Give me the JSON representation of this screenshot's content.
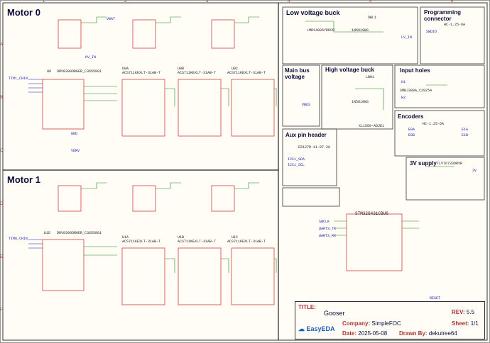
{
  "sections": {
    "motor0": "Motor 0",
    "motor1": "Motor 1",
    "low_voltage_buck": "Low voltage buck",
    "programming_connector": "Programming\nconnector",
    "main_bus_voltage": "Main bus\nvoltage",
    "high_voltage_buck": "High voltage buck",
    "input_holes": "Input holes",
    "encoders": "Encoders",
    "aux_pin_header": "Aux pin header",
    "supply_3v": "3V supply"
  },
  "frame": {
    "cols": [
      "1",
      "2",
      "3",
      "4",
      "5",
      "6"
    ],
    "rows": [
      "A",
      "B",
      "C",
      "D",
      "E",
      "F"
    ]
  },
  "parts": {
    "u0": "U0",
    "u0_part": "DRV8300DRGER_C3655801",
    "u1": "U1D",
    "u1_part": "DRV8300DRGER_C3655801",
    "u0a": "U0A",
    "u0b": "U0B",
    "u0c": "U0C",
    "u1a": "U1A",
    "u1b": "U1B",
    "u1c": "U1C",
    "acs": "ACS711KEXLT-31AB-T",
    "mcu": "STM32G431CBU6",
    "buck_lv": "LMR14006YDDCR",
    "buck_hv": "XL1509-ADJE1",
    "ldo": "TLV76733DRVR",
    "tvs": "SMBJ300A_C29254",
    "h3": "DZ127R-11-07-26",
    "conn_prog": "HC-1.25-6A",
    "conn_enc": "HC-1.25-6A",
    "dbl1": "DBL1",
    "lbh1": "LBH1",
    "dbh1": "1N5819WS",
    "dbl2": "1N5819WS"
  },
  "nets": {
    "vbat": "VBAT",
    "hv_in": "HV_IN",
    "gnd": "GND",
    "vdrv": "VDRV",
    "lv_in": "LV_IN",
    "v3": "3V",
    "swdio": "SWDIO",
    "swclk": "SWCLK",
    "uart3_tx": "UART3_TX",
    "uart3_rx": "UART3_RX",
    "i2c1_sda": "I2C1_SDA",
    "i2c1_scl": "I2C1_SCL",
    "reset": "RESET",
    "vbus": "VBUS",
    "h1": "H1",
    "h2": "H2",
    "e0a": "E0A",
    "e0b": "E0B",
    "e1a": "E1A",
    "e1b": "E1B",
    "tim1": "TIM1_CH1N",
    "tim8": "TIM8_CH1N"
  },
  "title_block": {
    "title_label": "TITLE:",
    "title": "Gooser",
    "rev_label": "REV:",
    "rev": "5.5",
    "company_label": "Company:",
    "company": "SimpleFOC",
    "sheet_label": "Sheet:",
    "sheet": "1/1",
    "date_label": "Date:",
    "date": "2025-05-08",
    "drawn_label": "Drawn By:",
    "drawn": "dekutree64",
    "brand": "EasyEDA"
  }
}
